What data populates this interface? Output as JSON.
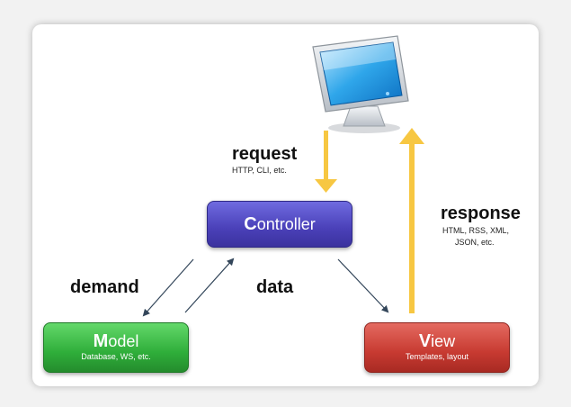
{
  "controller": {
    "first": "C",
    "rest": "ontroller"
  },
  "model": {
    "first": "M",
    "rest": "odel",
    "sub": "Database, WS, etc."
  },
  "view": {
    "first": "V",
    "rest": "iew",
    "sub": "Templates, layout"
  },
  "labels": {
    "request": "request",
    "request_sub": "HTTP, CLI, etc.",
    "response": "response",
    "response_sub_1": "HTML, RSS, XML,",
    "response_sub_2": "JSON, etc.",
    "demand": "demand",
    "data": "data"
  },
  "colors": {
    "arrow_yellow": "#f7c742",
    "controller": "#4a40b8",
    "model": "#2fae3a",
    "view": "#c73a31"
  },
  "icons": {
    "computer": "computer-monitor-icon"
  }
}
